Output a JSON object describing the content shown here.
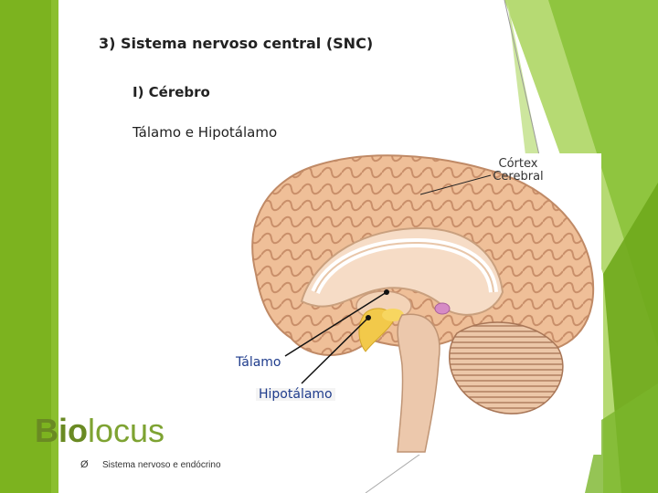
{
  "slide": {
    "title": "3) Sistema nervoso central (SNC)",
    "subtitle_1": "I) Cérebro",
    "subtitle_2": "Tálamo e Hipotálamo"
  },
  "figure": {
    "label_cortex_line1": "Córtex",
    "label_cortex_line2": "Cerebral",
    "label_thalamus": "Tálamo",
    "label_hypothalamus": "Hipotálamo"
  },
  "footer": {
    "logo_part1": "Bio",
    "logo_part2": "locus",
    "bullet_symbol": "Ø",
    "bullet_text": "Sistema nervoso e endócrino"
  },
  "colors": {
    "accent_green": "#7cb31f",
    "label_blue": "#1f3c8c",
    "brain_tan": "#e8b48a"
  }
}
